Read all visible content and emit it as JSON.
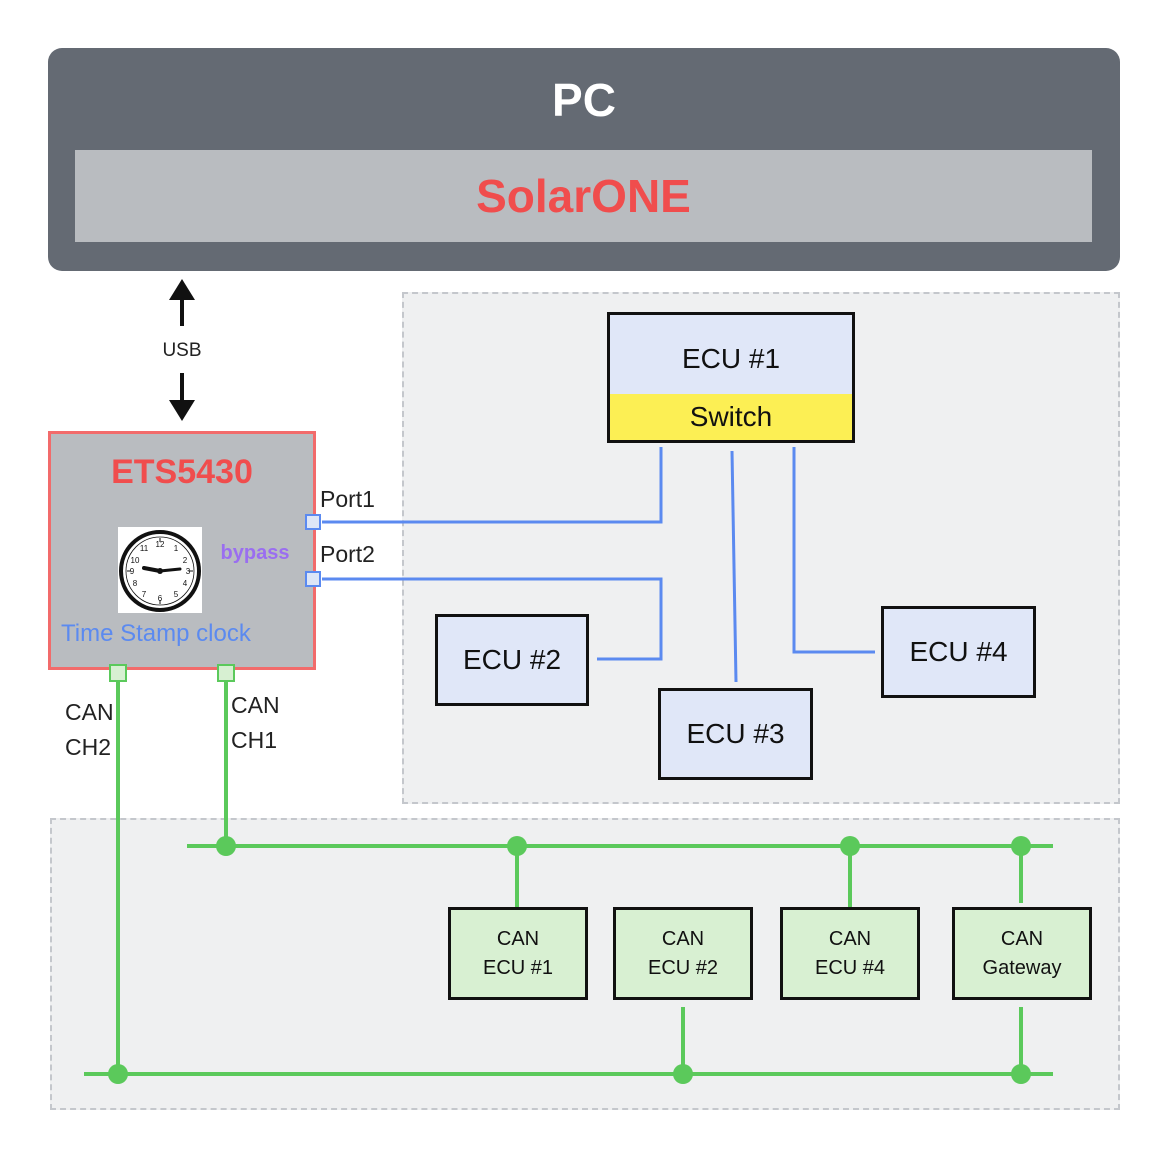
{
  "pc": {
    "title": "PC",
    "software": "SolarONE"
  },
  "usb": {
    "label": "USB"
  },
  "ets": {
    "title": "ETS5430",
    "clock_label": "Time Stamp clock",
    "bypass_label": "bypass",
    "port1": "Port1",
    "port2": "Port2",
    "can_ch2_line1": "CAN",
    "can_ch2_line2": "CH2",
    "can_ch1_line1": "CAN",
    "can_ch1_line2": "CH1"
  },
  "ethernet": {
    "ecu1": "ECU #1",
    "switch": "Switch",
    "ecu2": "ECU #2",
    "ecu3": "ECU #3",
    "ecu4": "ECU #4"
  },
  "can": {
    "nodes": [
      {
        "line1": "CAN",
        "line2": "ECU #1"
      },
      {
        "line1": "CAN",
        "line2": "ECU #2"
      },
      {
        "line1": "CAN",
        "line2": "ECU #4"
      },
      {
        "line1": "CAN",
        "line2": "Gateway"
      }
    ]
  },
  "colors": {
    "pc_bg": "#646a73",
    "solarone_text": "#f04d4d",
    "ethernet_line": "#5b8af0",
    "can_line": "#5bc95b",
    "switch_bg": "#fcef54",
    "bypass": "#9a6ef0"
  },
  "icons": [
    "clock-icon",
    "arrow-up-icon",
    "arrow-down-icon"
  ]
}
